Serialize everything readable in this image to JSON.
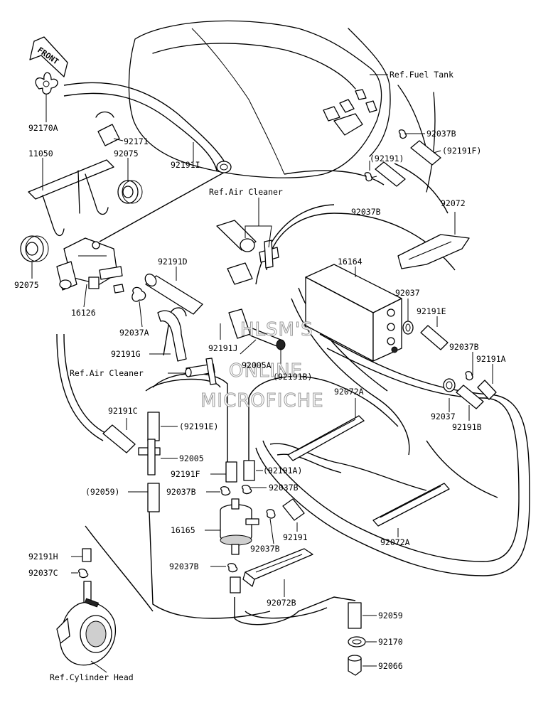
{
  "front_badge": "FRONT",
  "labels": {
    "l92170A": "92170A",
    "l92171": "92171",
    "l11050": "11050",
    "l92075a": "92075",
    "l92191I": "92191I",
    "l92075b": "92075",
    "l16126": "16126",
    "l92191D": "92191D",
    "l92037A": "92037A",
    "l92191G": "92191G",
    "l92191J": "92191J",
    "l92005A": "92005A",
    "l92191B_p": "(92191B)",
    "l92191C": "92191C",
    "l92191E_p": "(92191E)",
    "l92005": "92005",
    "l92191F": "92191F",
    "l92191A_p": "(92191A)",
    "l92059_p": "(92059)",
    "l92037B_a": "92037B",
    "l92037B_b": "92037B",
    "l16165": "16165",
    "l92191_a": "92191",
    "l92037B_c": "92037B",
    "l92191H": "92191H",
    "l92037C": "92037C",
    "l92037B_d": "92037B",
    "l92072B": "92072B",
    "l92059": "92059",
    "l92170": "92170",
    "l92066": "92066",
    "l92072A_a": "92072A",
    "l92072A_b": "92072A",
    "l16164": "16164",
    "l92037_a": "92037",
    "l92191E": "92191E",
    "l92037B_e": "92037B",
    "l92191A": "92191A",
    "l92037_b": "92037",
    "l92191B": "92191B",
    "l92072": "92072",
    "l92037B_f": "92037B",
    "l92191F_p": "(92191F)",
    "l92191_b": "(92191)",
    "l92037B_g": "92037B"
  },
  "references": {
    "fuel_tank": "Ref.Fuel Tank",
    "air_cleaner_top": "Ref.Air Cleaner",
    "air_cleaner_mid": "Ref.Air Cleaner",
    "cylinder_head": "Ref.Cylinder Head"
  },
  "watermark": {
    "line1": "HLSM'S",
    "line2": "ONLINE",
    "line3": "MICROFICHE"
  }
}
